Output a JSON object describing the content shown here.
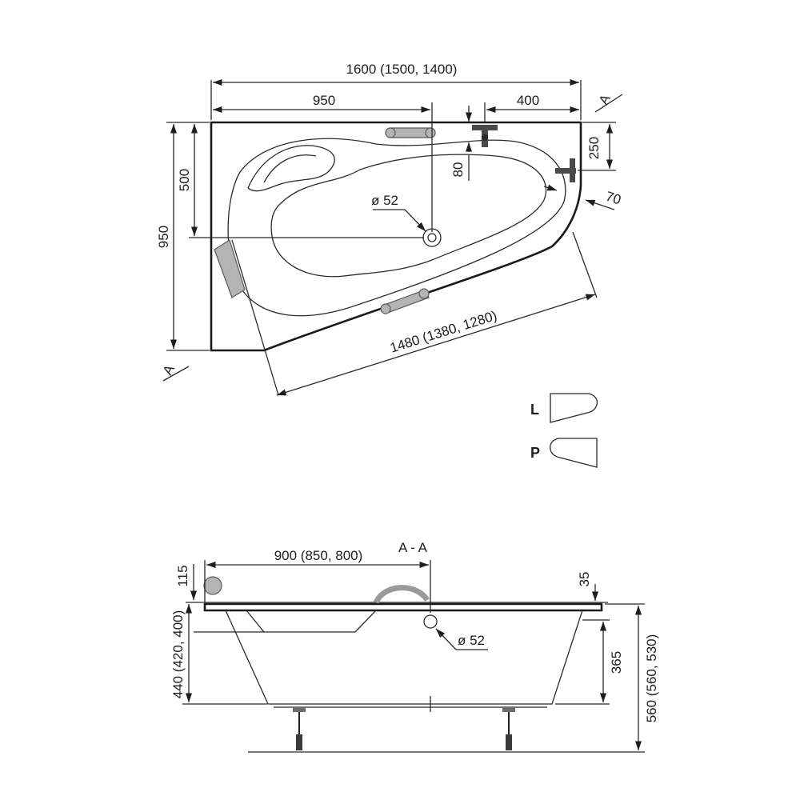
{
  "top_view": {
    "overall_width": "1600 (1500, 1400)",
    "drain_offset": "950",
    "tap_offset": "400",
    "section_mark": "A",
    "height": "950",
    "drain_depth": "500",
    "tap_depth_right": "250",
    "inner_gap": "80",
    "corner_gap": "70",
    "drain_diameter": "ø 52",
    "diagonal_length": "1480 (1380, 1280)"
  },
  "variants": {
    "left": "L",
    "right": "P"
  },
  "section_view": {
    "title": "A - A",
    "drain_offset": "900 (850, 800)",
    "rim_left": "115",
    "rim_right": "35",
    "inner_depth": "440 (420, 400)",
    "outer_depth_right": "365",
    "total_height": "560 (560, 530)",
    "drain_diameter": "ø 52"
  }
}
